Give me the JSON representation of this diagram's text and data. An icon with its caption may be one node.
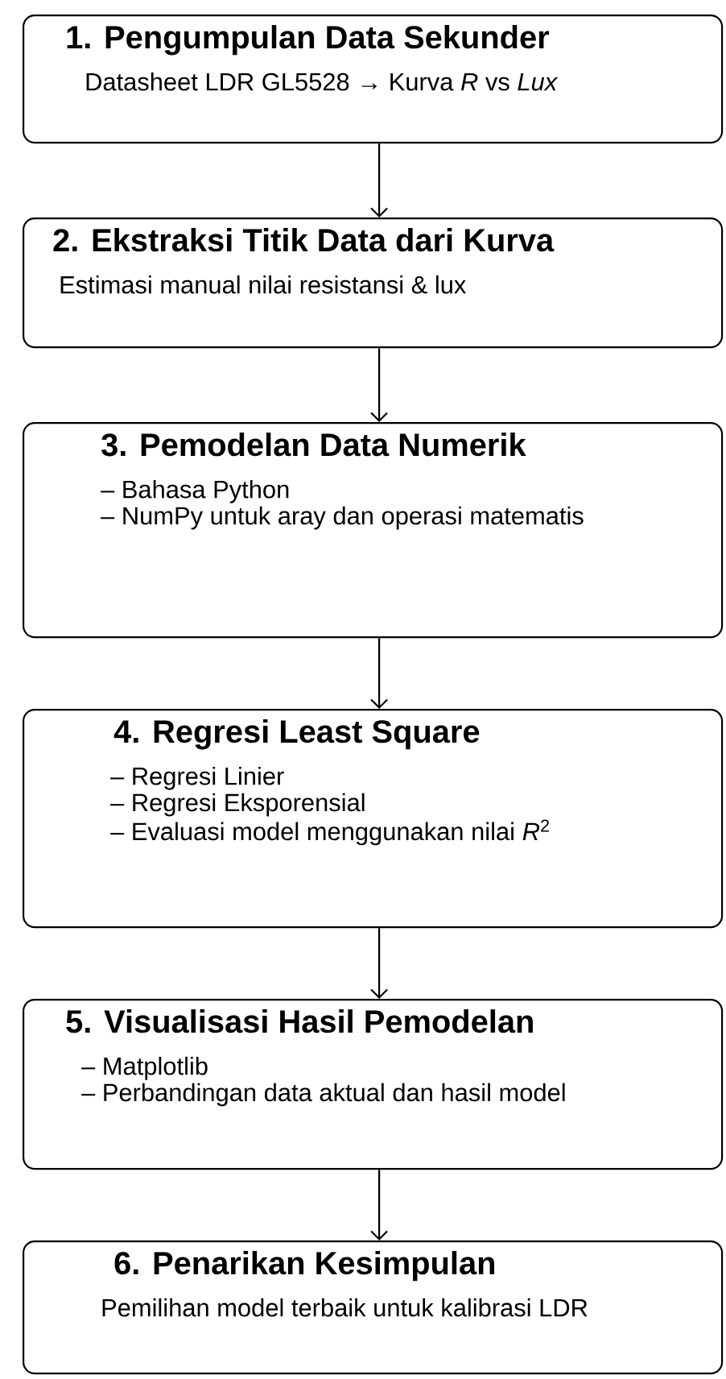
{
  "diagram": {
    "nodes": [
      {
        "text": [
          "1. Pengumpulan Data Sekunder",
          "Datasheet LDR GL5528 → Kurva *R* vs *Lux*"
        ]
      },
      {
        "text": [
          "2. Ekstraksi Titik Data dari Kurva",
          "Estimasi manual nilai resistansi & lux"
        ]
      },
      {
        "text": [
          "3. Pemodelan Data Numerik",
          "– Bahasa Python",
          "– NumPy untuk aray dan operasi matematis"
        ]
      },
      {
        "text": [
          "4. Regresi Least Square",
          "– Regresi Linier",
          "– Regresi Eksporensial",
          "– Evaluasi model menggunakan nilai *R*$^{2}$"
        ]
      },
      {
        "text": [
          "5. Visualisasi Hasil Pemodelan",
          "– Matplotlib",
          "– Perbandingan data aktual dan hasil model"
        ]
      },
      {
        "text": [
          "6. Penarikan Kesimpulan",
          "Pemilihan model terbaik untuk kalibrasi LDR"
        ]
      }
    ],
    "edges": [
      {
        "from": 0,
        "to": 1,
        "arrow": "to"
      },
      {
        "from": 1,
        "to": 2,
        "arrow": "to"
      },
      {
        "from": 2,
        "to": 3,
        "arrow": "to"
      },
      {
        "from": 3,
        "to": 4,
        "arrow": "to"
      },
      {
        "from": 4,
        "to": 5,
        "arrow": "to"
      }
    ]
  }
}
